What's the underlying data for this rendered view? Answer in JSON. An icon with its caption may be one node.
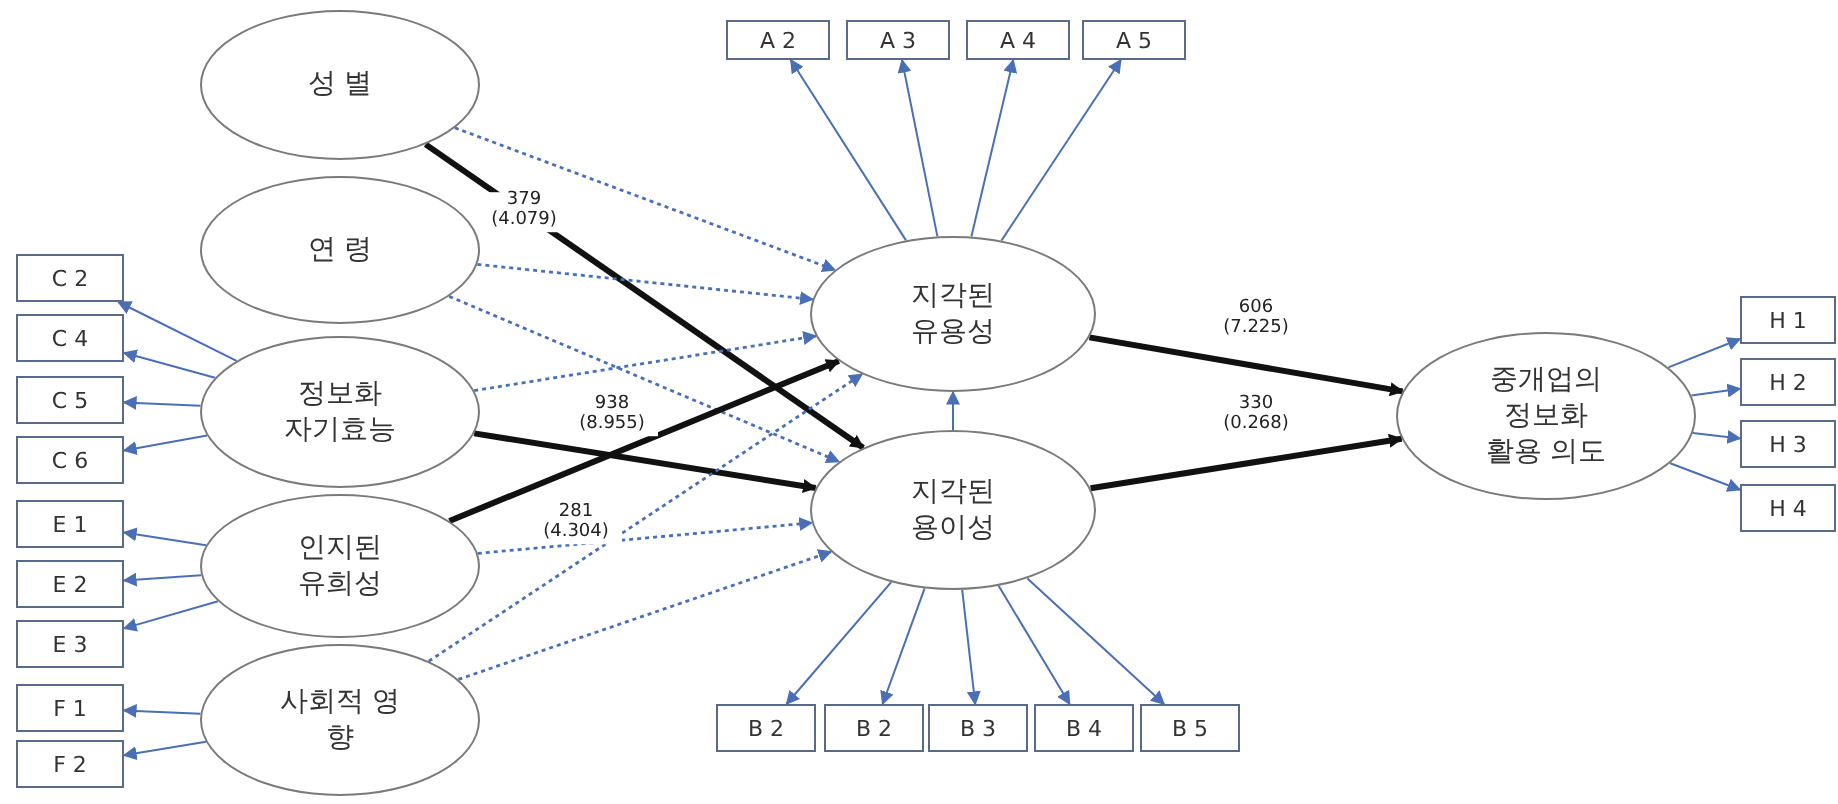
{
  "diagram": {
    "nodes": [
      {
        "text": [
          "성 별"
        ]
      },
      {
        "text": [
          "연 령"
        ]
      },
      {
        "text": [
          "정보화 자기효능"
        ]
      },
      {
        "text": [
          "인지된 유희성"
        ]
      },
      {
        "text": [
          "사회적 영 향"
        ]
      },
      {
        "text": [
          "지각된 유용성"
        ]
      },
      {
        "text": [
          "지각된 용이성"
        ]
      },
      {
        "text": [
          "중개업의 정보화 활용 의도"
        ]
      },
      {
        "text": [
          "A 2"
        ]
      },
      {
        "text": [
          "A 3"
        ]
      },
      {
        "text": [
          "A 4"
        ]
      },
      {
        "text": [
          "A 5"
        ]
      },
      {
        "text": [
          "B 2"
        ]
      },
      {
        "text": [
          "B 2"
        ]
      },
      {
        "text": [
          "B 3"
        ]
      },
      {
        "text": [
          "B 4"
        ]
      },
      {
        "text": [
          "B 5"
        ]
      },
      {
        "text": [
          "C 2"
        ]
      },
      {
        "text": [
          "C 4"
        ]
      },
      {
        "text": [
          "C 5"
        ]
      },
      {
        "text": [
          "C 6"
        ]
      },
      {
        "text": [
          "E 1"
        ]
      },
      {
        "text": [
          "E 2"
        ]
      },
      {
        "text": [
          "E 3"
        ]
      },
      {
        "text": [
          "F 1"
        ]
      },
      {
        "text": [
          "F 2"
        ]
      },
      {
        "text": [
          "H 1"
        ]
      },
      {
        "text": [
          "H 2"
        ]
      },
      {
        "text": [
          "H 3"
        ]
      },
      {
        "text": [
          "H 4"
        ]
      }
    ],
    "edges": [
      {
        "from": 0,
        "to": 5,
        "arrow": "to",
        "style": "dashed"
      },
      {
        "from": 0,
        "to": 6,
        "arrow": "to",
        "style": "thick",
        "color": "#111111",
        "label": "379 (4.079)"
      },
      {
        "from": 1,
        "to": 5,
        "arrow": "to",
        "style": "dashed"
      },
      {
        "from": 1,
        "to": 6,
        "arrow": "to",
        "style": "dashed"
      },
      {
        "from": 2,
        "to": 5,
        "arrow": "to",
        "style": "dashed"
      },
      {
        "from": 2,
        "to": 6,
        "arrow": "to",
        "style": "thick",
        "color": "#111111",
        "label": "938 (8.955)"
      },
      {
        "from": 3,
        "to": 5,
        "arrow": "to",
        "style": "thick",
        "color": "#111111",
        "label": "281 (4.304)"
      },
      {
        "from": 3,
        "to": 6,
        "arrow": "to",
        "style": "dashed"
      },
      {
        "from": 4,
        "to": 5,
        "arrow": "to",
        "style": "dashed"
      },
      {
        "from": 4,
        "to": 6,
        "arrow": "to",
        "style": "dashed"
      },
      {
        "from": 6,
        "to": 5,
        "arrow": "to"
      },
      {
        "from": 5,
        "to": 7,
        "arrow": "to",
        "style": "thick",
        "color": "#111111",
        "label": "606 (7.225)"
      },
      {
        "from": 6,
        "to": 7,
        "arrow": "to",
        "style": "thick",
        "color": "#111111",
        "label": "330 (0.268)"
      },
      {
        "from": 5,
        "to": 8,
        "arrow": "to"
      },
      {
        "from": 5,
        "to": 9,
        "arrow": "to"
      },
      {
        "from": 5,
        "to": 10,
        "arrow": "to"
      },
      {
        "from": 5,
        "to": 11,
        "arrow": "to"
      },
      {
        "from": 6,
        "to": 12,
        "arrow": "to"
      },
      {
        "from": 6,
        "to": 13,
        "arrow": "to"
      },
      {
        "from": 6,
        "to": 14,
        "arrow": "to"
      },
      {
        "from": 6,
        "to": 15,
        "arrow": "to"
      },
      {
        "from": 6,
        "to": 16,
        "arrow": "to"
      },
      {
        "from": 2,
        "to": 17,
        "arrow": "to"
      },
      {
        "from": 2,
        "to": 18,
        "arrow": "to"
      },
      {
        "from": 2,
        "to": 19,
        "arrow": "to"
      },
      {
        "from": 2,
        "to": 20,
        "arrow": "to"
      },
      {
        "from": 3,
        "to": 21,
        "arrow": "to"
      },
      {
        "from": 3,
        "to": 22,
        "arrow": "to"
      },
      {
        "from": 3,
        "to": 23,
        "arrow": "to"
      },
      {
        "from": 4,
        "to": 24,
        "arrow": "to"
      },
      {
        "from": 4,
        "to": 25,
        "arrow": "to"
      },
      {
        "from": 7,
        "to": 26,
        "arrow": "to"
      },
      {
        "from": 7,
        "to": 27,
        "arrow": "to"
      },
      {
        "from": 7,
        "to": 28,
        "arrow": "to"
      },
      {
        "from": 7,
        "to": 29,
        "arrow": "to"
      }
    ]
  }
}
